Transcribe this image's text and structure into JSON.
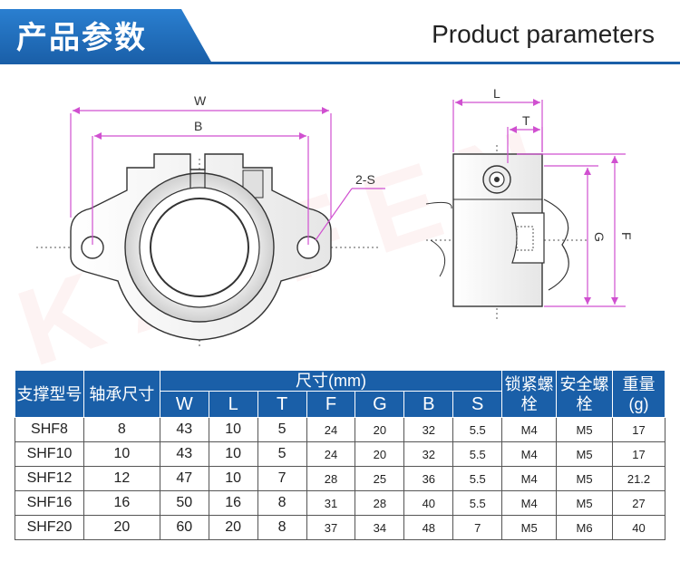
{
  "header": {
    "title_cn": "产品参数",
    "title_en": "Product parameters"
  },
  "drawing": {
    "front_labels": {
      "w": "W",
      "b": "B",
      "s": "2-S"
    },
    "side_labels": {
      "l": "L",
      "t": "T",
      "g": "G",
      "f": "F"
    }
  },
  "table": {
    "headers": {
      "model": "支撑型号",
      "bore": "轴承尺寸",
      "size_group": "尺寸(mm)",
      "lock_bolt": "锁紧螺栓",
      "safety_bolt": "安全螺栓",
      "weight": "重量(g)",
      "sub": [
        "W",
        "L",
        "T",
        "F",
        "G",
        "B",
        "S"
      ]
    },
    "rows": [
      [
        "SHF8",
        "8",
        "43",
        "10",
        "5",
        "24",
        "20",
        "32",
        "5.5",
        "M4",
        "M5",
        "17"
      ],
      [
        "SHF10",
        "10",
        "43",
        "10",
        "5",
        "24",
        "20",
        "32",
        "5.5",
        "M4",
        "M5",
        "17"
      ],
      [
        "SHF12",
        "12",
        "47",
        "10",
        "7",
        "28",
        "25",
        "36",
        "5.5",
        "M4",
        "M5",
        "21.2"
      ],
      [
        "SHF16",
        "16",
        "50",
        "16",
        "8",
        "31",
        "28",
        "40",
        "5.5",
        "M4",
        "M5",
        "27"
      ],
      [
        "SHF20",
        "20",
        "60",
        "20",
        "8",
        "37",
        "34",
        "48",
        "7",
        "M5",
        "M6",
        "40"
      ]
    ]
  }
}
